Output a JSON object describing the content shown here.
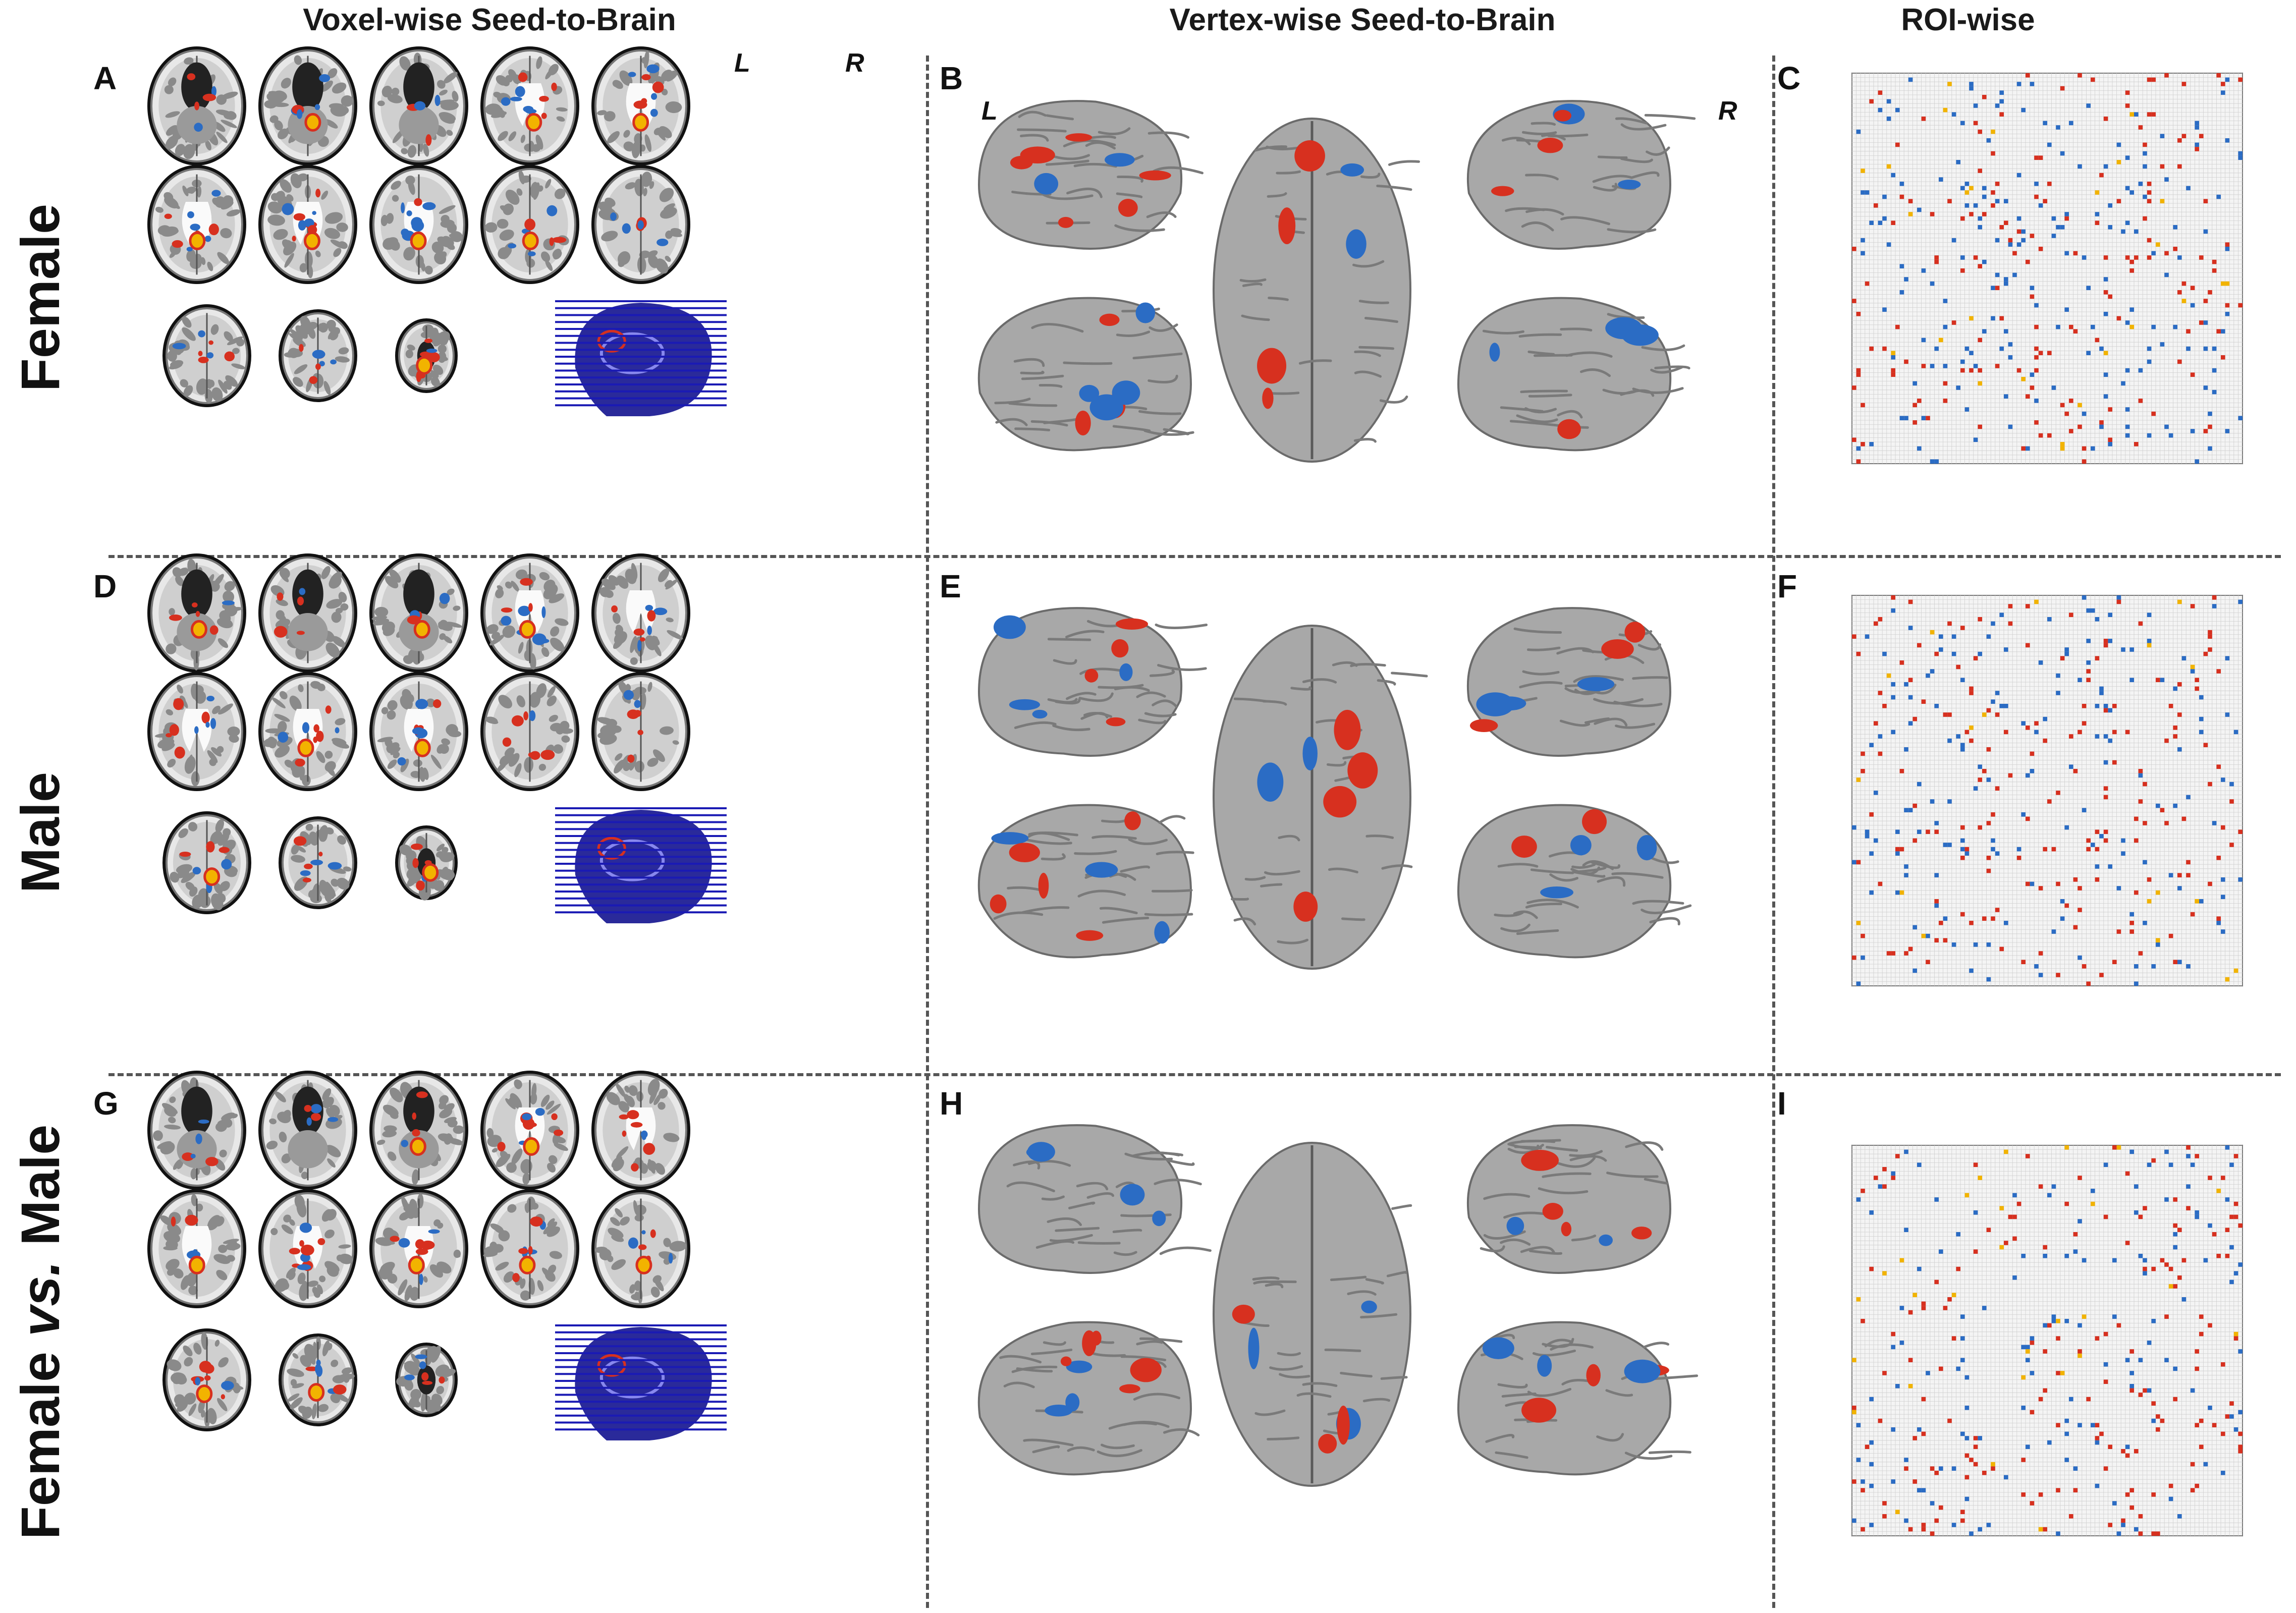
{
  "columns": {
    "voxel": "Voxel-wise Seed-to-Brain",
    "vertex": "Vertex-wise Seed-to-Brain",
    "roi": "ROI-wise"
  },
  "rows": {
    "female": "Female",
    "male": "Male",
    "comparison_prefix": "Female ",
    "comparison_italic": "vs.",
    "comparison_suffix": " Male"
  },
  "panels": [
    "A",
    "B",
    "C",
    "D",
    "E",
    "F",
    "G",
    "H",
    "I"
  ],
  "hemispheres": {
    "left": "L",
    "right": "R"
  },
  "colors": {
    "positive": "#d7301f",
    "positive_peak": "#f2b300",
    "negative": "#2b6cc4",
    "negative_peak": "#1aa0b8",
    "cortex": "#a8a8a8",
    "matrix_grid": "#cfcfcf",
    "sagittal_overlay": "#1a1ab4"
  },
  "icons": {
    "slice": "axial-brain-slice",
    "surface": "cortical-surface-render",
    "matrix": "connectivity-matrix"
  }
}
